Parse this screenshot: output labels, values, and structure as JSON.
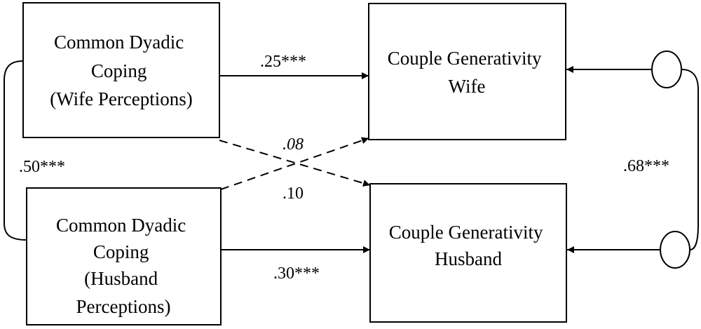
{
  "boxes": {
    "wife_coping": [
      "Common Dyadic",
      "Coping",
      "(Wife Perceptions)"
    ],
    "husband_coping": [
      "Common Dyadic",
      "Coping",
      "(Husband",
      "Perceptions)"
    ],
    "wife_generativity": [
      "Couple Generativity",
      "Wife"
    ],
    "husband_generativity": [
      "Couple Generativity",
      "Husband"
    ]
  },
  "paths": {
    "wife_to_wife": ".25***",
    "husband_to_husband": ".30***",
    "wife_to_husband": ".10",
    "husband_to_wife": ".08",
    "predictor_covariance": ".50***",
    "residual_covariance": ".68***"
  },
  "styles": {
    "husband_to_wife_label_italic": true
  },
  "colors": {
    "stroke": "#000000",
    "background": "#ffffff"
  }
}
